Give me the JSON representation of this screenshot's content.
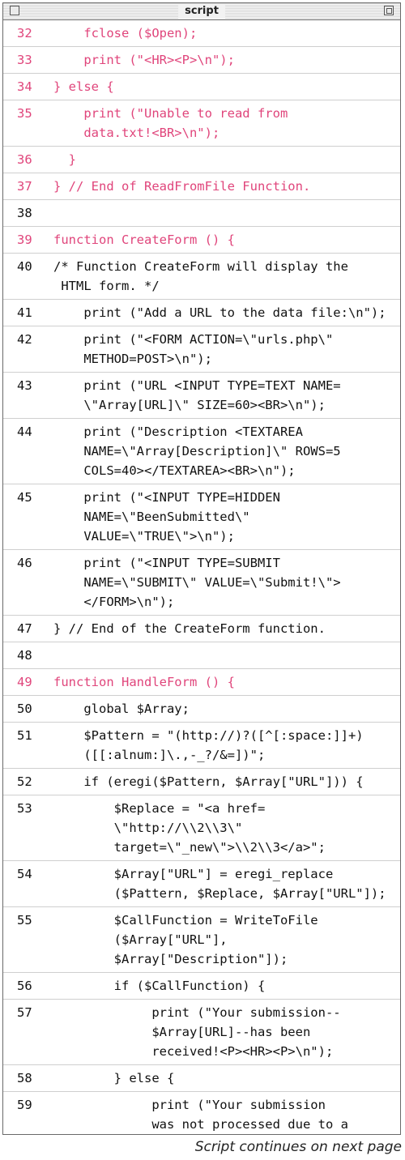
{
  "window": {
    "title": "script"
  },
  "lines": [
    {
      "num": "32",
      "text": "    fclose ($Open);",
      "hl": true
    },
    {
      "num": "33",
      "text": "    print (\"<HR><P>\\n\");",
      "hl": true
    },
    {
      "num": "34",
      "text": "} else {",
      "hl": true
    },
    {
      "num": "35",
      "text": "    print (\"Unable to read from\n    data.txt!<BR>\\n\");",
      "hl": true
    },
    {
      "num": "36",
      "text": "  }",
      "hl": true
    },
    {
      "num": "37",
      "text": "} // End of ReadFromFile Function.",
      "hl": true
    },
    {
      "num": "38",
      "text": "",
      "hl": false
    },
    {
      "num": "39",
      "text": "function CreateForm () {",
      "hl": true
    },
    {
      "num": "40",
      "text": "/* Function CreateForm will display the\n HTML form. */",
      "hl": false
    },
    {
      "num": "41",
      "text": "    print (\"Add a URL to the data file:\\n\");",
      "hl": false
    },
    {
      "num": "42",
      "text": "    print (\"<FORM ACTION=\\\"urls.php\\\"\n    METHOD=POST>\\n\");",
      "hl": false
    },
    {
      "num": "43",
      "text": "    print (\"URL <INPUT TYPE=TEXT NAME=\n    \\\"Array[URL]\\\" SIZE=60><BR>\\n\");",
      "hl": false
    },
    {
      "num": "44",
      "text": "    print (\"Description <TEXTAREA\n    NAME=\\\"Array[Description]\\\" ROWS=5\n    COLS=40></TEXTAREA><BR>\\n\");",
      "hl": false
    },
    {
      "num": "45",
      "text": "    print (\"<INPUT TYPE=HIDDEN\n    NAME=\\\"BeenSubmitted\\\"\n    VALUE=\\\"TRUE\\\">\\n\");",
      "hl": false
    },
    {
      "num": "46",
      "text": "    print (\"<INPUT TYPE=SUBMIT\n    NAME=\\\"SUBMIT\\\" VALUE=\\\"Submit!\\\">\n    </FORM>\\n\");",
      "hl": false
    },
    {
      "num": "47",
      "text": "} // End of the CreateForm function.",
      "hl": false
    },
    {
      "num": "48",
      "text": "",
      "hl": false
    },
    {
      "num": "49",
      "text": "function HandleForm () {",
      "hl": true
    },
    {
      "num": "50",
      "text": "    global $Array;",
      "hl": false
    },
    {
      "num": "51",
      "text": "    $Pattern = \"(http://)?([^[:space:]]+)\n    ([[:alnum:]\\.,-_?/&=])\";",
      "hl": false
    },
    {
      "num": "52",
      "text": "    if (eregi($Pattern, $Array[\"URL\"])) {",
      "hl": false
    },
    {
      "num": "53",
      "text": "        $Replace = \"<a href=\n        \\\"http://\\\\2\\\\3\\\"\n        target=\\\"_new\\\">\\\\2\\\\3</a>\";",
      "hl": false
    },
    {
      "num": "54",
      "text": "        $Array[\"URL\"] = eregi_replace\n        ($Pattern, $Replace, $Array[\"URL\"]);",
      "hl": false
    },
    {
      "num": "55",
      "text": "        $CallFunction = WriteToFile\n        ($Array[\"URL\"],\n        $Array[\"Description\"]);",
      "hl": false
    },
    {
      "num": "56",
      "text": "        if ($CallFunction) {",
      "hl": false
    },
    {
      "num": "57",
      "text": "             print (\"Your submission--\n             $Array[URL]--has been\n             received!<P><HR><P>\\n\");",
      "hl": false
    },
    {
      "num": "58",
      "text": "        } else {",
      "hl": false
    },
    {
      "num": "59",
      "text": "             print (\"Your submission\n             was not processed due to a\n             system error!<BR>\\n\");",
      "hl": false
    }
  ],
  "footer": {
    "note": "Script continues on next page"
  }
}
